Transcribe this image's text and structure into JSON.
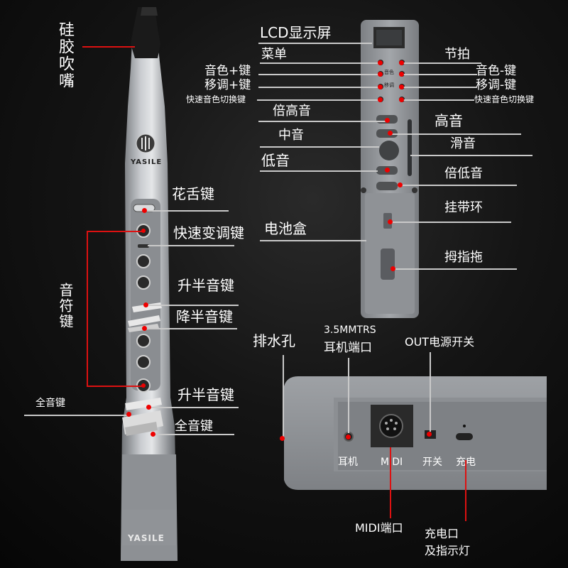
{
  "brand": "YASILE",
  "left_labels": {
    "mouthpiece": "硅胶吹嘴",
    "tongue_key": "花舌键",
    "quick_transpose_key": "快速变调键",
    "sharp_key_1": "升半音键",
    "flat_key": "降半音键",
    "sharp_key_2": "升半音键",
    "note_keys": "音符键",
    "full_key_1": "全音键",
    "full_key_2": "全音键"
  },
  "panel_labels": {
    "lcd": "LCD显示屏",
    "menu": "菜单",
    "beat": "节拍",
    "tone_plus": "音色+键",
    "tone_minus": "音色-键",
    "transpose_plus": "移调+键",
    "transpose_minus": "移调-键",
    "quick_tone_left": "快速音色切换键",
    "quick_tone_right": "快速音色切换键",
    "octave_high": "倍高音",
    "high": "高音",
    "middle": "中音",
    "slide": "滑音",
    "low": "低音",
    "octave_low": "倍低音",
    "strap_ring": "挂带环",
    "battery_box": "电池盒",
    "thumb_rest": "拇指拖"
  },
  "panel_button_marks": {
    "tone": "音色",
    "transpose": "移调"
  },
  "bottom_labels": {
    "drain_hole": "排水孔",
    "headphone_spec": "3.5MMTRS",
    "headphone_port": "耳机端口",
    "power_switch": "OUT电源开关",
    "port_headphone": "耳机",
    "port_midi": "MIDI",
    "port_switch": "开关",
    "port_charge": "充电",
    "midi_port": "MIDI端口",
    "charge_port_line1": "充电口",
    "charge_port_line2": "及指示灯"
  },
  "colors": {
    "leader_line": "#c9c9c9",
    "marker_red": "#e00000",
    "background": "#0c0c0c",
    "body_silver": "#a9acb0"
  }
}
